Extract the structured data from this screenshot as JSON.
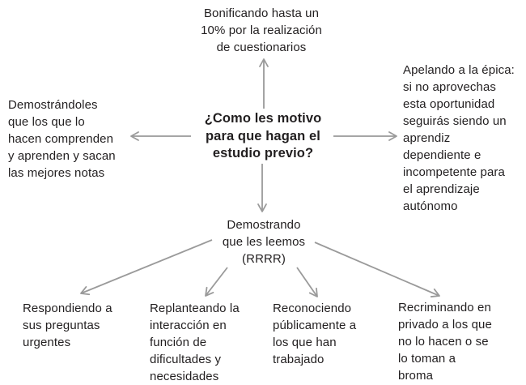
{
  "diagram": {
    "title_node": {
      "text": "¿Como les motivo\npara que hagan el\nestudio previo?"
    },
    "branches": {
      "top": {
        "text": "Bonificando hasta un\n10% por la realización\nde cuestionarios"
      },
      "left": {
        "text": "Demostrándoles\nque los que lo\nhacen comprenden\ny aprenden y sacan\nlas mejores notas"
      },
      "right": {
        "text": "Apelando a la épica:\nsi no aprovechas\nesta oportunidad\nseguirás siendo un\naprendiz\ndependiente e\nincompetente para\nel aprendizaje\nautónomo"
      },
      "middle": {
        "text": "Demostrando\nque les leemos\n(RRRR)"
      }
    },
    "sub_branches": [
      {
        "text": "Respondiendo a\nsus preguntas\nurgentes"
      },
      {
        "text": "Replanteando la\ninteracción en\nfunción de\ndificultades y\nnecesidades"
      },
      {
        "text": "Reconociendo\npúblicamente a\nlos que han\ntrabajado"
      },
      {
        "text": "Recriminando en\nprivado a los que\nno lo hacen o se\nlo toman a\nbroma"
      }
    ],
    "colors": {
      "arrow": "#9a9a9a",
      "text": "#221f20",
      "background": "#ffffff"
    }
  }
}
